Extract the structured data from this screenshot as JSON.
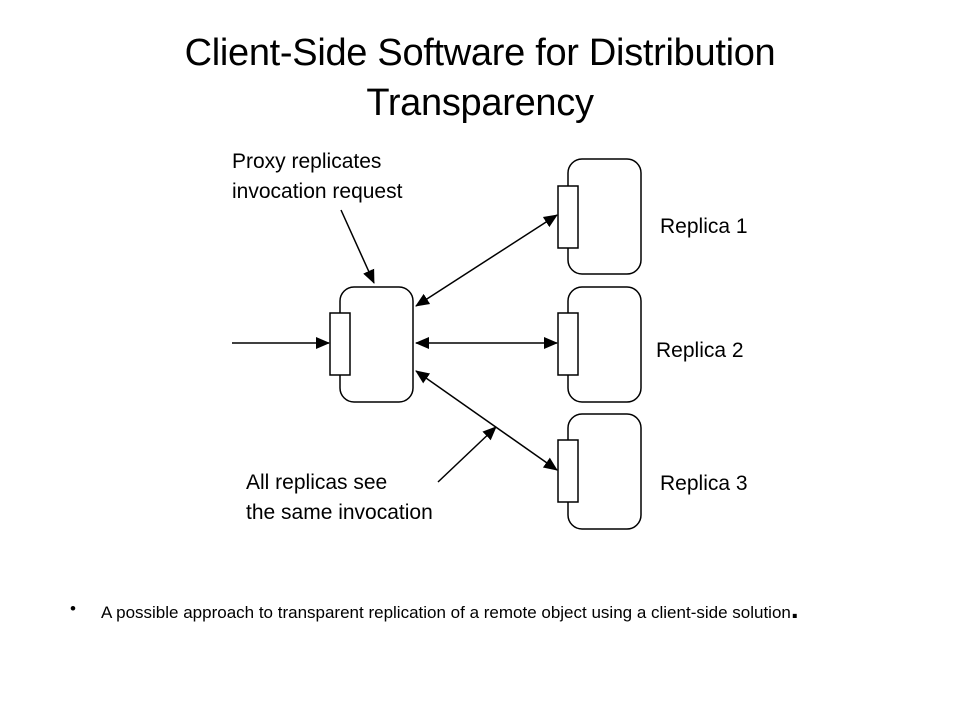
{
  "slide": {
    "title_line1": "Client-Side Software for Distribution",
    "title_line2": "Transparency"
  },
  "diagram": {
    "proxy_label_line1": "Proxy replicates",
    "proxy_label_line2": "invocation request",
    "replicas_label_line1": "All replicas see",
    "replicas_label_line2": "the same invocation",
    "replicas": [
      {
        "label": "Replica 1"
      },
      {
        "label": "Replica 2"
      },
      {
        "label": "Replica 3"
      }
    ]
  },
  "bullets": [
    {
      "marker": "•",
      "text": "A possible approach to transparent replication of a remote object using a client-side solution",
      "terminal": "."
    }
  ]
}
